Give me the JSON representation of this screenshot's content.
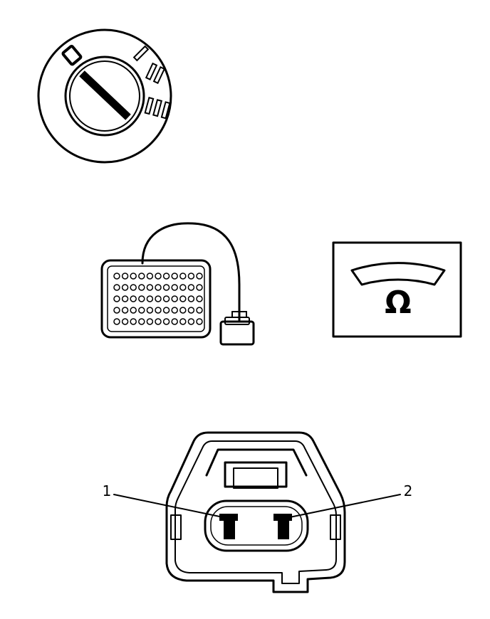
{
  "diagram": {
    "ignition_switch": {
      "positions": [
        "0",
        "I",
        "II",
        "III"
      ]
    },
    "ohmmeter": {
      "symbol": "Ω"
    },
    "connector": {
      "pins": [
        {
          "label": "1"
        },
        {
          "label": "2"
        }
      ]
    },
    "colors": {
      "line": "#000000",
      "background": "#ffffff"
    }
  }
}
